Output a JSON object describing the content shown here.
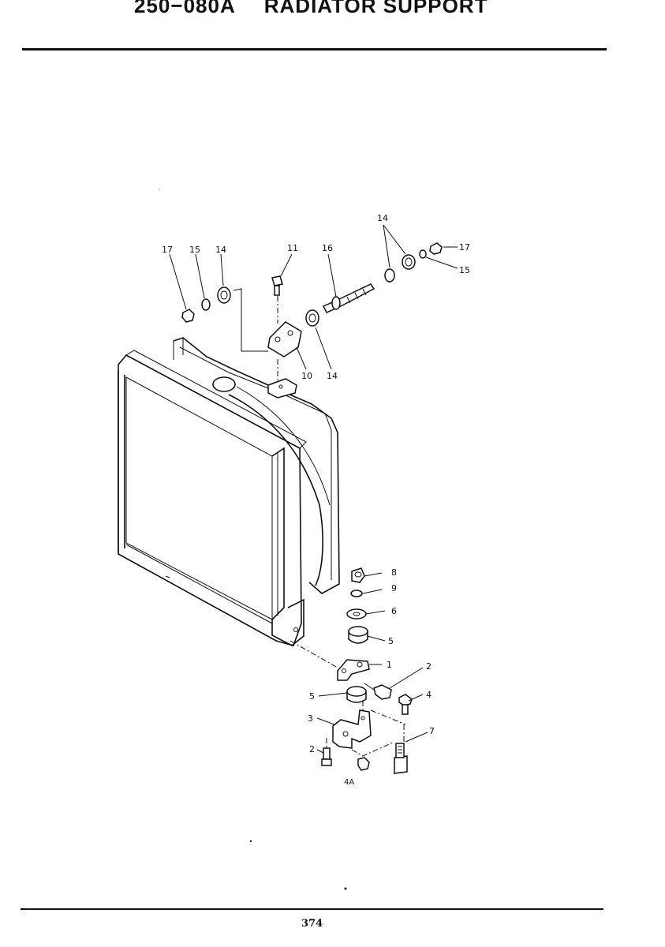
{
  "header": {
    "code": "250−080A",
    "title": "RADIATOR SUPPORT"
  },
  "footer": {
    "page_number": "374"
  },
  "callouts": {
    "c17a": "17",
    "c15a": "15",
    "c14a": "14",
    "c11": "11",
    "c16": "16",
    "c14top": "14",
    "c17b": "17",
    "c15b": "15",
    "c10": "10",
    "c14b": "14",
    "c8": "8",
    "c9": "9",
    "c6": "6",
    "c5a": "5",
    "c1": "1",
    "c2a": "2",
    "c5b": "5",
    "c4": "4",
    "c3": "3",
    "c7": "7",
    "c2b": "2",
    "c4a": "4A"
  }
}
